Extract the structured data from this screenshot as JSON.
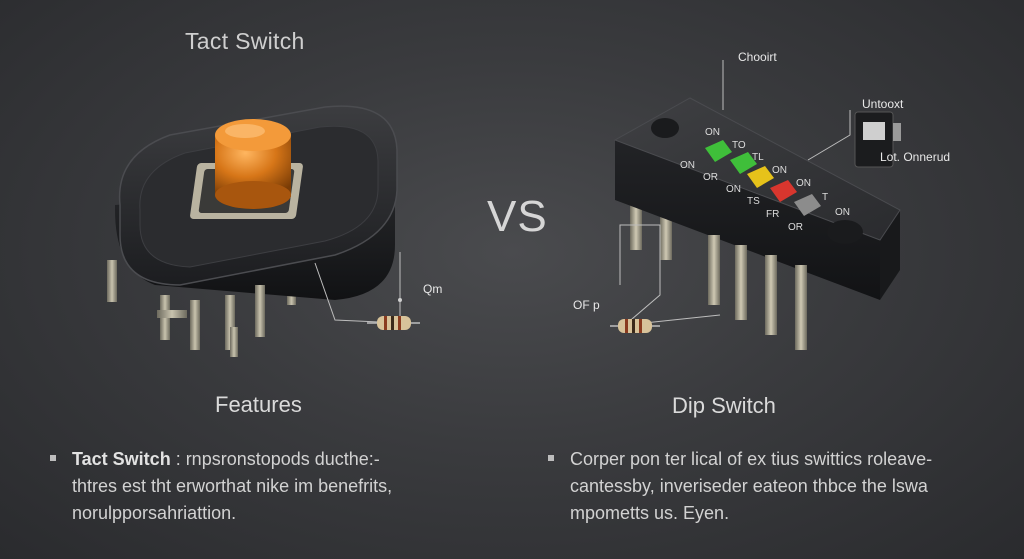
{
  "left": {
    "title": "Tact Switch",
    "callout": "Qm",
    "section_heading": "Features",
    "bullet": {
      "lead": "Tact Switch",
      "line1": " : rnpsronstopods ducthe:-",
      "line2": "thtres est tht erworthat nike im benefrits,",
      "line3": "norulpporsahriattion."
    }
  },
  "center": {
    "vs": "VS"
  },
  "right": {
    "title": "Dip Switch",
    "callout_top": "Chooirt",
    "callout_mid": "Untooxt",
    "callout_side": "Lot. Onnerud",
    "callout_left": "OF p",
    "chip_labels_top": [
      "ON",
      "TO",
      "TL",
      "ON",
      "ON",
      "T",
      "ON"
    ],
    "chip_labels_bottom": [
      "ON",
      "OR",
      "ON",
      "TS",
      "FR",
      "OR"
    ],
    "switch_colors": [
      "#3fbf3a",
      "#3fbf3a",
      "#e6c21a",
      "#d8362e",
      "#8c8c8c"
    ],
    "bullet": {
      "line1": "Corper pon  ter lical of ex tius swittics roleave-",
      "line2": "cantessby, inveriseder eateon thbce the lswa",
      "line3": "mpometts us. Eyen."
    }
  }
}
